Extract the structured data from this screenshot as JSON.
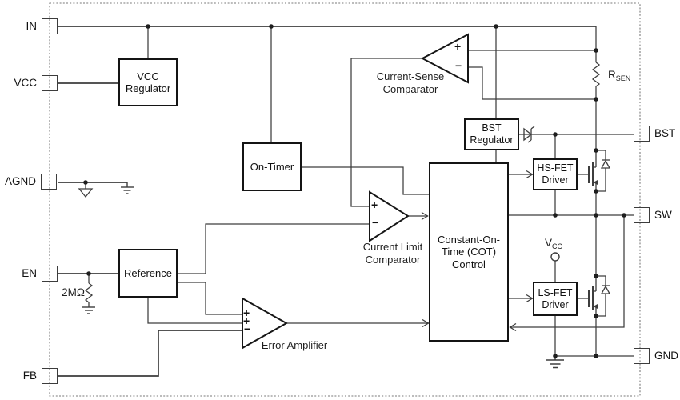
{
  "colors": {
    "wire": "#3d3d3d",
    "block_outline": "#141414",
    "dashed_border": "#7a7a7a",
    "text": "#1a1a1a",
    "background": "#ffffff"
  },
  "pins": {
    "in": {
      "label": "IN"
    },
    "vcc": {
      "label": "VCC"
    },
    "agnd": {
      "label": "AGND"
    },
    "en": {
      "label": "EN"
    },
    "fb": {
      "label": "FB"
    },
    "bst": {
      "label": "BST"
    },
    "sw": {
      "label": "SW"
    },
    "gnd": {
      "label": "GND"
    }
  },
  "blocks": {
    "vcc_regulator": {
      "label": "VCC\nRegulator"
    },
    "on_timer": {
      "label": "On-Timer"
    },
    "reference": {
      "label": "Reference"
    },
    "bst_regulator": {
      "label": "BST\nRegulator"
    },
    "cot_control": {
      "label": "Constant-On-\nTime (COT)\nControl"
    },
    "hs_fet_driver": {
      "label": "HS-FET\nDriver"
    },
    "ls_fet_driver": {
      "label": "LS-FET\nDriver"
    }
  },
  "amplifiers": {
    "current_sense_comparator": {
      "label": "Current-Sense\nComparator",
      "plus": "+",
      "minus": "−"
    },
    "current_limit_comparator": {
      "label": "Current Limit\nComparator",
      "plus": "+",
      "minus": "−"
    },
    "error_amplifier": {
      "label": "Error Amplifier",
      "plus1": "+",
      "plus2": "+",
      "minus": "−"
    }
  },
  "components": {
    "r_sen": {
      "label_main": "R",
      "label_sub": "SEN"
    },
    "r_en": {
      "label": "2MΩ"
    },
    "vcc_supply": {
      "label_main": "V",
      "label_sub": "CC"
    }
  }
}
